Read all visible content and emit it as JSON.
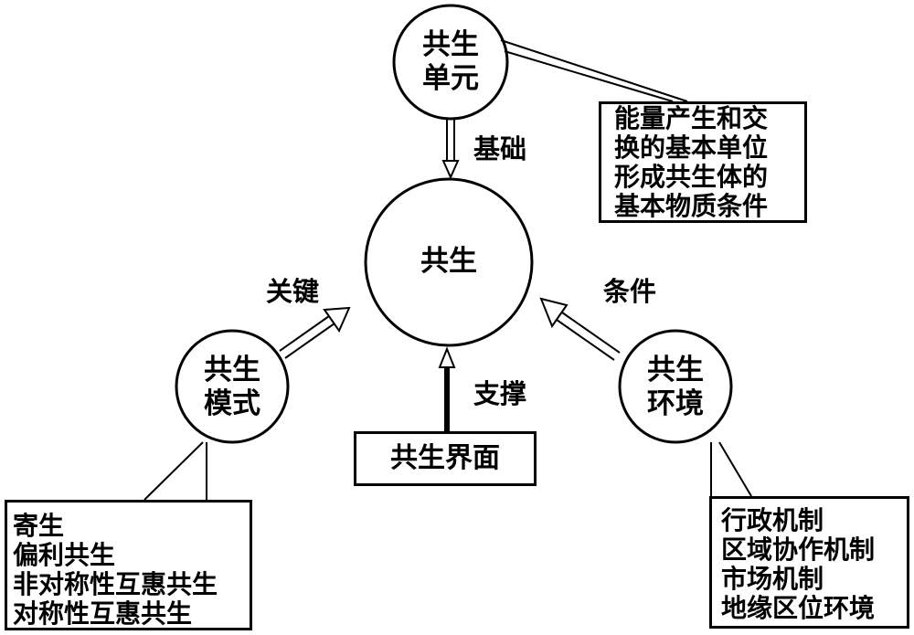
{
  "nodes": {
    "center": "共生",
    "unit": "共生\n单元",
    "mode": "共生\n模式",
    "environment": "共生\n环境"
  },
  "edge_labels": {
    "basis": "基础",
    "key": "关键",
    "condition": "条件",
    "support": "支撑"
  },
  "boxes": {
    "interface": "共生界面",
    "unit_desc": [
      "能量产生和交",
      "换的基本单位",
      "形成共生体的",
      "基本物质条件"
    ],
    "mode_list": [
      "寄生",
      "偏利共生",
      "非对称性互惠共生",
      "对称性互惠共生"
    ],
    "environment_list": [
      "行政机制",
      "区域协作机制",
      "市场机制",
      "地缘区位环境"
    ]
  },
  "colors": {
    "stroke": "#000000",
    "background": "#ffffff"
  }
}
